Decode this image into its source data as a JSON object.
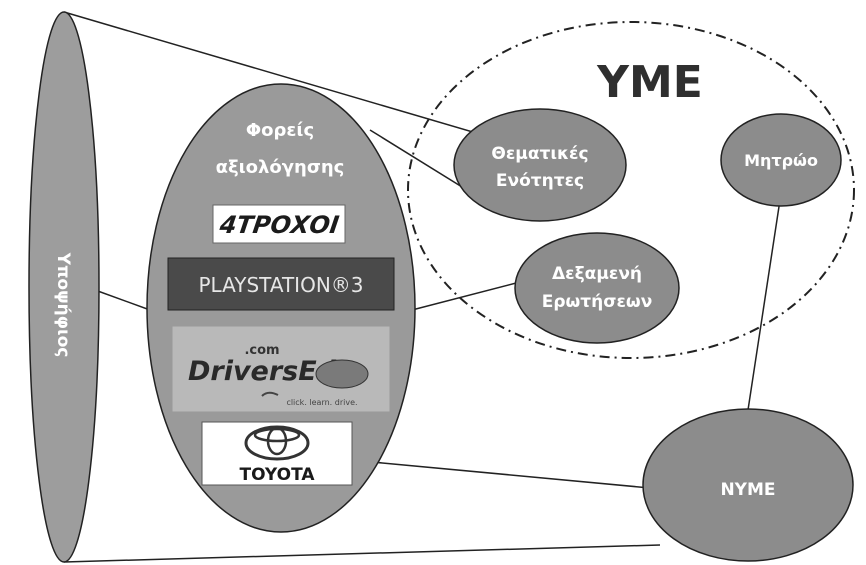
{
  "colors": {
    "bubble_fill": "#8c8c8c",
    "inner_ellipse_fill": "#9a9a9a",
    "outer_cone_fill": "#9d9d9d",
    "stroke": "#222222",
    "playstation_band": "#4a4a4a",
    "logo_box": "#ffffff"
  },
  "diagram": {
    "yme_title": "YME",
    "candidate_label": "Υποψήφιος",
    "evaluators_line1": "Φορείς",
    "evaluators_line2": "αξιολόγησης",
    "thematic_line1": "Θεματικές",
    "thematic_line2": "Ενότητες",
    "registry": "Μητρώο",
    "question_pool_line1": "Δεξαμενή",
    "question_pool_line2": "Ερωτήσεων",
    "nyme": "NYME"
  },
  "logos": {
    "trochoi": "4ΤΡΟΧΟΙ",
    "playstation": "PLAYSTATION®3",
    "driversed_com": ".com",
    "driversed": "DriversEd",
    "driversed_tagline": "click. learn. drive.",
    "toyota": "TOYOTA"
  }
}
